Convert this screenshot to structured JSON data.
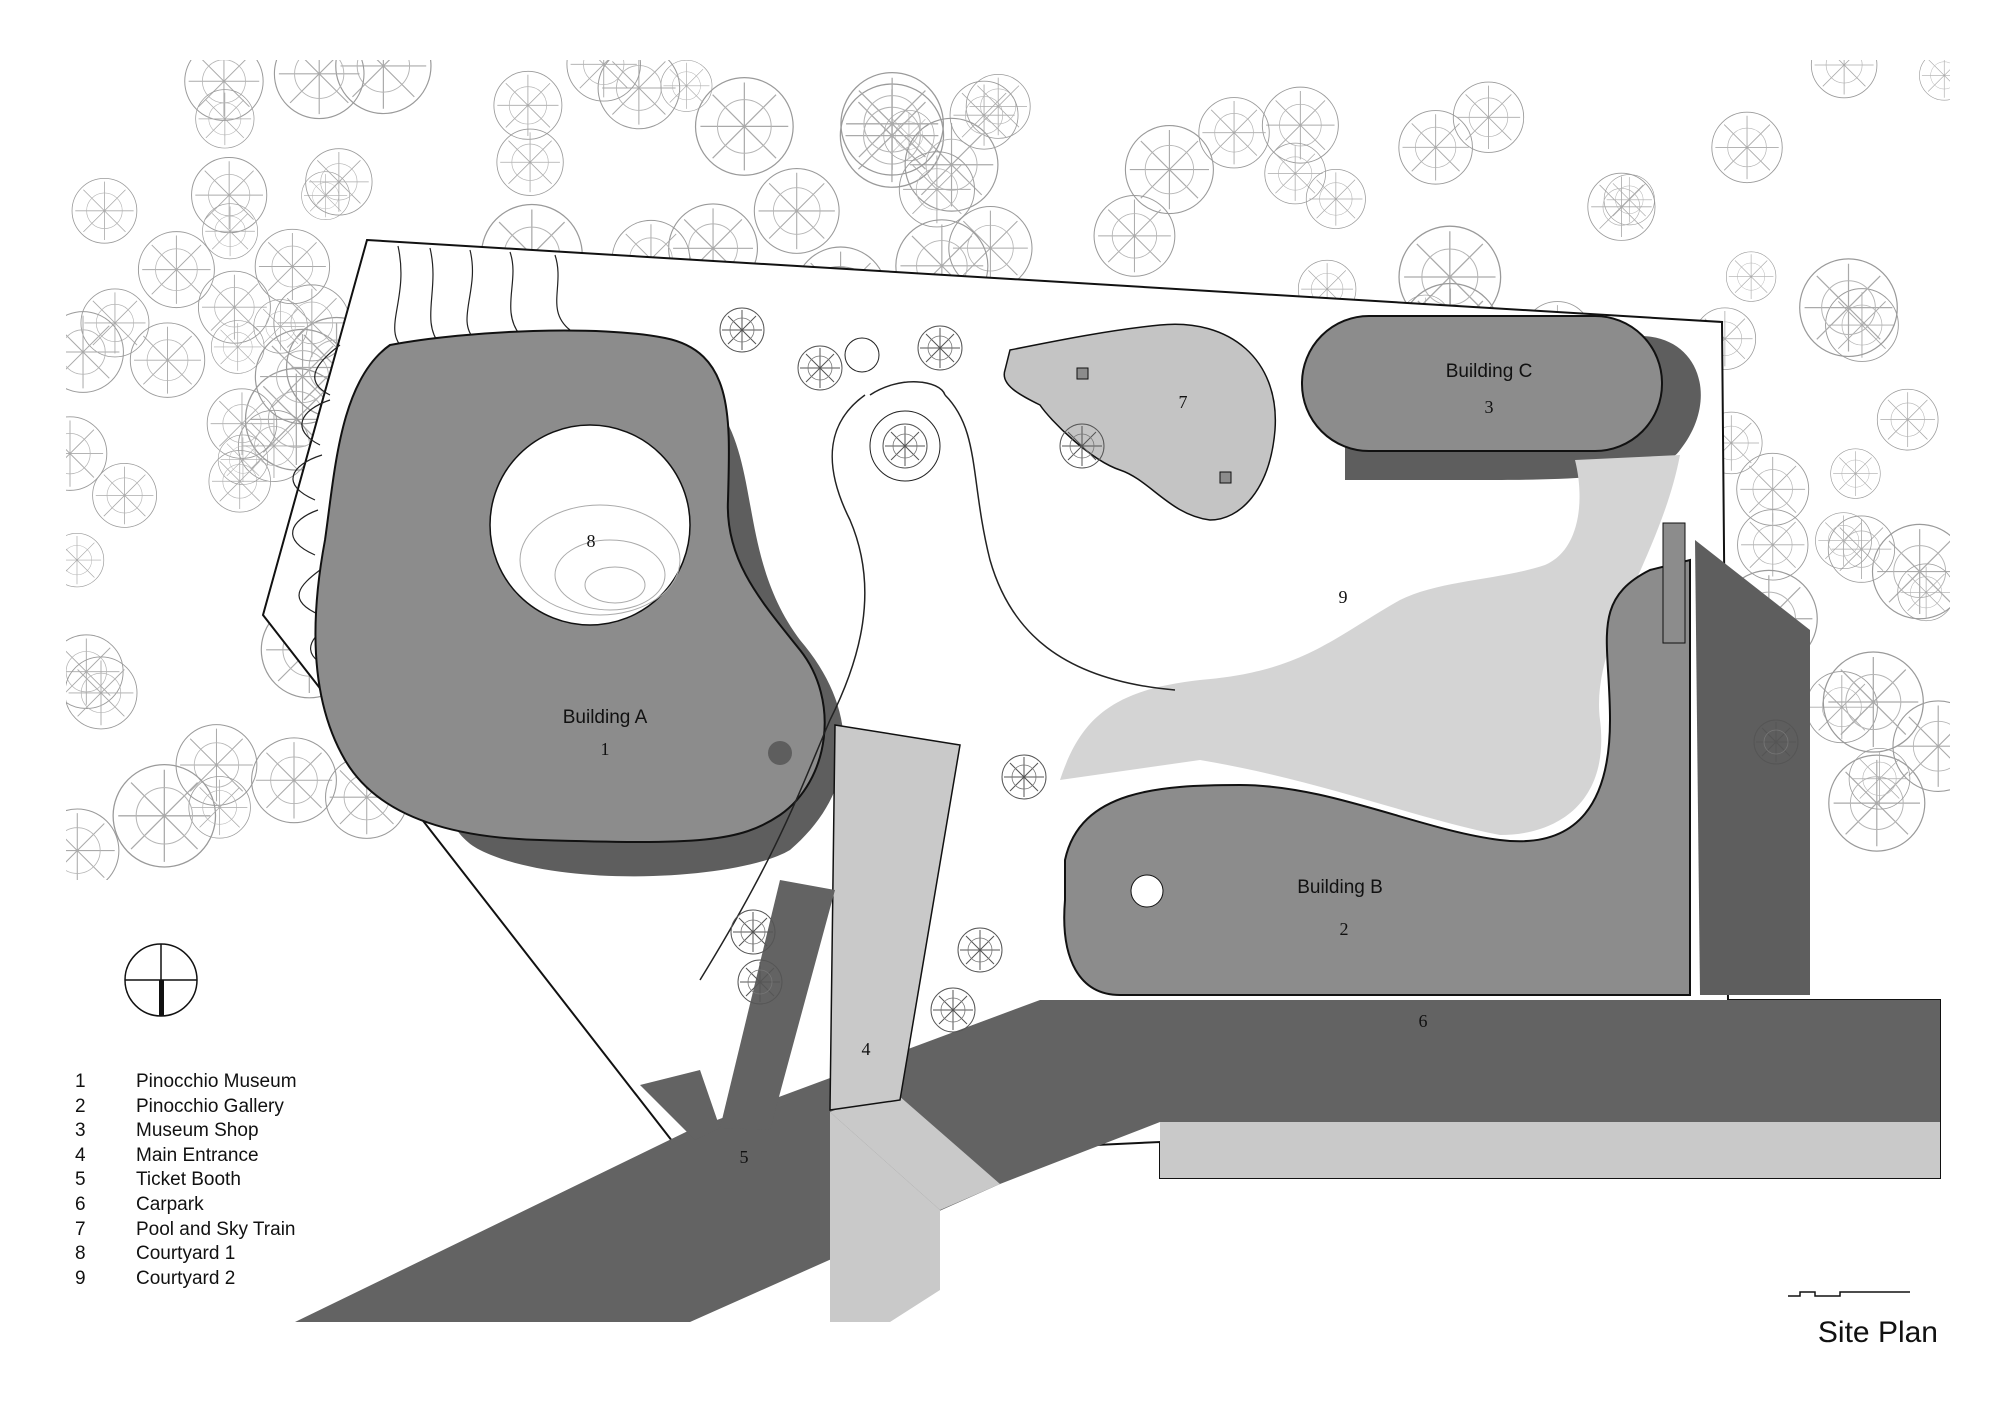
{
  "title": "Site Plan",
  "buildings": [
    {
      "name": "Building A",
      "number": "1"
    },
    {
      "name": "Building B",
      "number": "2"
    },
    {
      "name": "Building C",
      "number": "3"
    }
  ],
  "area_numbers": {
    "main_entrance": "4",
    "ticket_booth": "5",
    "carpark": "6",
    "pool": "7",
    "courtyard_1": "8",
    "courtyard_2": "9"
  },
  "legend": [
    {
      "num": "1",
      "label": "Pinocchio Museum"
    },
    {
      "num": "2",
      "label": "Pinocchio Gallery"
    },
    {
      "num": "3",
      "label": "Museum Shop"
    },
    {
      "num": "4",
      "label": "Main Entrance"
    },
    {
      "num": "5",
      "label": "Ticket Booth"
    },
    {
      "num": "6",
      "label": "Carpark"
    },
    {
      "num": "7",
      "label": "Pool and Sky Train"
    },
    {
      "num": "8",
      "label": "Courtyard 1"
    },
    {
      "num": "9",
      "label": "Courtyard 2"
    }
  ],
  "colors": {
    "roof": "#8c8c8c",
    "shadow": "#5e5e5e",
    "road": "#636363",
    "paving": "#c9c9c9",
    "pool": "#c4c4c4"
  },
  "icons": [
    "north-arrow-icon",
    "scale-bar-icon",
    "tree-icon"
  ]
}
